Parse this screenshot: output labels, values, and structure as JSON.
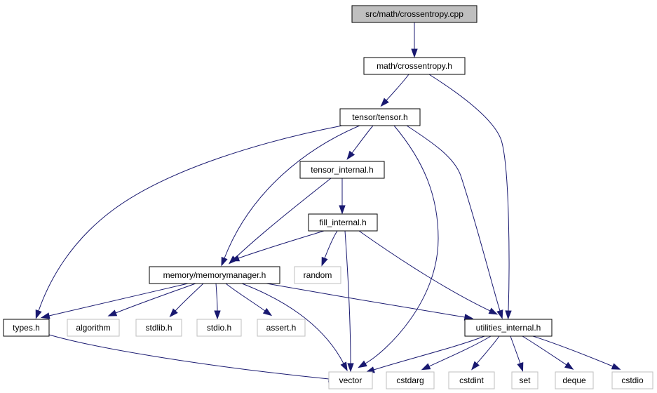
{
  "graph": {
    "nodes": [
      {
        "id": "src_crossentropy_cpp",
        "label": "src/math/crossentropy.cpp",
        "kind": "root"
      },
      {
        "id": "math_crossentropy_h",
        "label": "math/crossentropy.h",
        "kind": "project"
      },
      {
        "id": "tensor_tensor_h",
        "label": "tensor/tensor.h",
        "kind": "project"
      },
      {
        "id": "tensor_internal_h",
        "label": "tensor_internal.h",
        "kind": "project"
      },
      {
        "id": "fill_internal_h",
        "label": "fill_internal.h",
        "kind": "project"
      },
      {
        "id": "random",
        "label": "random",
        "kind": "system"
      },
      {
        "id": "memory_memorymanager_h",
        "label": "memory/memorymanager.h",
        "kind": "project"
      },
      {
        "id": "types_h",
        "label": "types.h",
        "kind": "project"
      },
      {
        "id": "algorithm",
        "label": "algorithm",
        "kind": "system"
      },
      {
        "id": "stdlib_h",
        "label": "stdlib.h",
        "kind": "system"
      },
      {
        "id": "stdio_h",
        "label": "stdio.h",
        "kind": "system"
      },
      {
        "id": "assert_h",
        "label": "assert.h",
        "kind": "system"
      },
      {
        "id": "utilities_internal_h",
        "label": "utilities_internal.h",
        "kind": "project"
      },
      {
        "id": "vector",
        "label": "vector",
        "kind": "system"
      },
      {
        "id": "cstdarg",
        "label": "cstdarg",
        "kind": "system"
      },
      {
        "id": "cstdint",
        "label": "cstdint",
        "kind": "system"
      },
      {
        "id": "set",
        "label": "set",
        "kind": "system"
      },
      {
        "id": "deque",
        "label": "deque",
        "kind": "system"
      },
      {
        "id": "cstdio",
        "label": "cstdio",
        "kind": "system"
      }
    ],
    "edges": [
      {
        "from": "src_crossentropy_cpp",
        "to": "math_crossentropy_h"
      },
      {
        "from": "math_crossentropy_h",
        "to": "tensor_tensor_h"
      },
      {
        "from": "math_crossentropy_h",
        "to": "utilities_internal_h"
      },
      {
        "from": "tensor_tensor_h",
        "to": "tensor_internal_h"
      },
      {
        "from": "tensor_tensor_h",
        "to": "memory_memorymanager_h"
      },
      {
        "from": "tensor_tensor_h",
        "to": "types_h"
      },
      {
        "from": "tensor_tensor_h",
        "to": "vector"
      },
      {
        "from": "tensor_tensor_h",
        "to": "utilities_internal_h"
      },
      {
        "from": "tensor_internal_h",
        "to": "fill_internal_h"
      },
      {
        "from": "tensor_internal_h",
        "to": "memory_memorymanager_h"
      },
      {
        "from": "fill_internal_h",
        "to": "memory_memorymanager_h"
      },
      {
        "from": "fill_internal_h",
        "to": "random"
      },
      {
        "from": "fill_internal_h",
        "to": "vector"
      },
      {
        "from": "fill_internal_h",
        "to": "utilities_internal_h"
      },
      {
        "from": "memory_memorymanager_h",
        "to": "types_h"
      },
      {
        "from": "memory_memorymanager_h",
        "to": "algorithm"
      },
      {
        "from": "memory_memorymanager_h",
        "to": "stdlib_h"
      },
      {
        "from": "memory_memorymanager_h",
        "to": "stdio_h"
      },
      {
        "from": "memory_memorymanager_h",
        "to": "assert_h"
      },
      {
        "from": "memory_memorymanager_h",
        "to": "vector"
      },
      {
        "from": "memory_memorymanager_h",
        "to": "utilities_internal_h"
      },
      {
        "from": "types_h",
        "to": "vector"
      },
      {
        "from": "utilities_internal_h",
        "to": "vector"
      },
      {
        "from": "utilities_internal_h",
        "to": "cstdarg"
      },
      {
        "from": "utilities_internal_h",
        "to": "cstdint"
      },
      {
        "from": "utilities_internal_h",
        "to": "set"
      },
      {
        "from": "utilities_internal_h",
        "to": "deque"
      },
      {
        "from": "utilities_internal_h",
        "to": "cstdio"
      }
    ]
  },
  "colors": {
    "edge": "#191970",
    "root_fill": "#bfbfbf",
    "project_border": "#000000",
    "system_border": "#bfbfbf",
    "node_fill": "#ffffff"
  }
}
